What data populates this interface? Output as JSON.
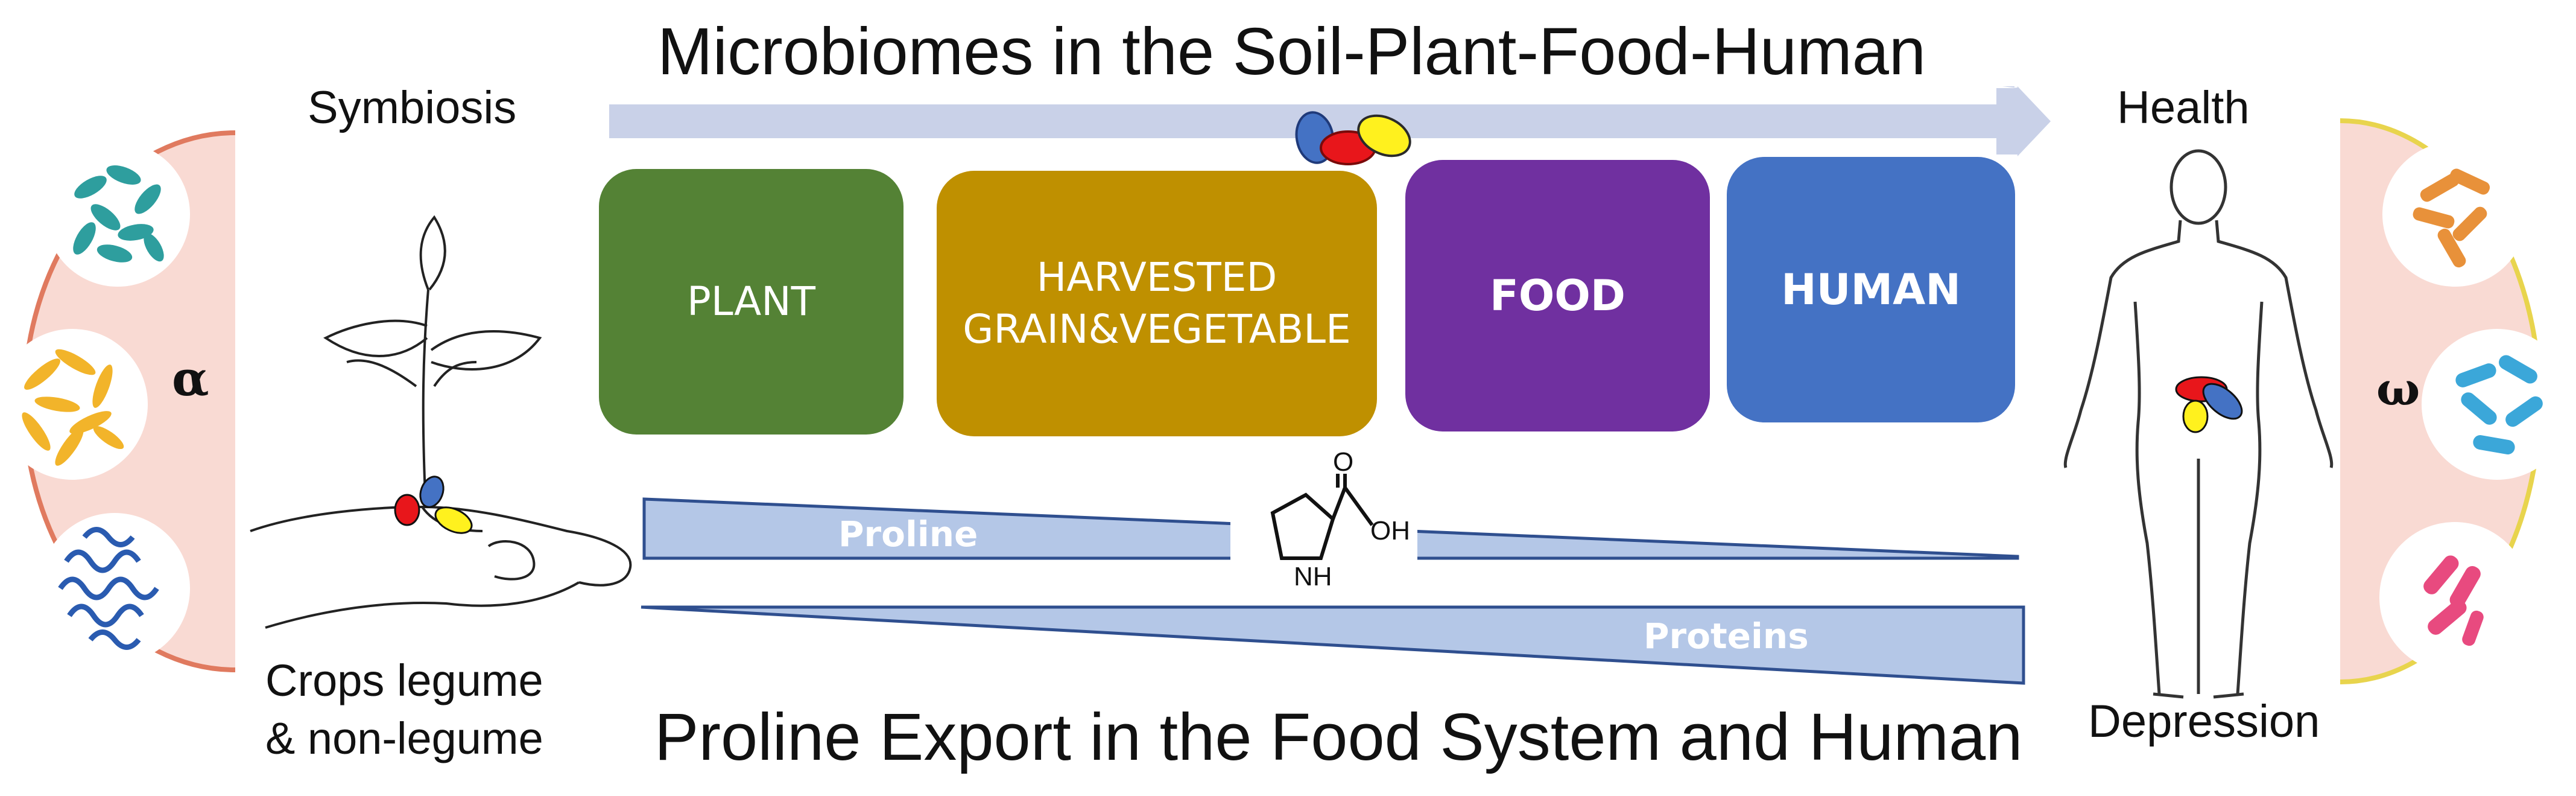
{
  "title_top": "Microbiomes in the Soil-Plant-Food-Human",
  "title_bottom": "Proline Export in the Food System and Human",
  "left": {
    "top_label": "Symbiosis",
    "bottom_label": "Crops legume\n& non-legume",
    "greek": "α"
  },
  "right": {
    "top_label": "Health",
    "bottom_label": "Depression",
    "greek": "ω"
  },
  "stages": [
    {
      "label": "PLANT",
      "color": "#548235"
    },
    {
      "label": "HARVESTED\nGRAIN&VEGETABLE",
      "color": "#BF9000"
    },
    {
      "label": "FOOD",
      "color": "#7030A0"
    },
    {
      "label": "HUMAN",
      "color": "#4472C4"
    }
  ],
  "wedges": {
    "proline": "Proline",
    "proteins": "Proteins"
  },
  "molecule": {
    "oh": "OH",
    "o": "O",
    "nh": "NH"
  },
  "colors": {
    "arrow": "#C9D1E8",
    "wedge_fill": "#B4C7E7",
    "wedge_stroke": "#2F4F8F"
  }
}
